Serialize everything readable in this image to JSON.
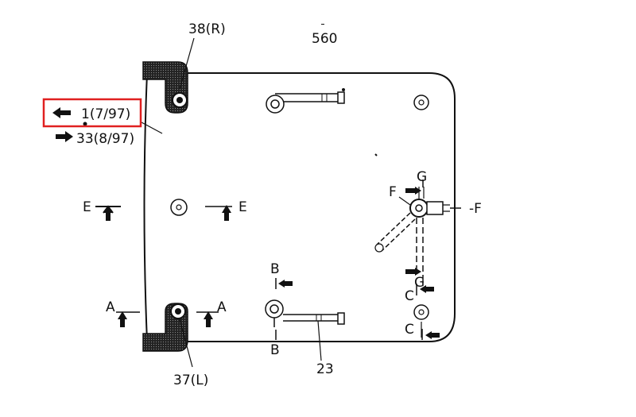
{
  "diagram": {
    "part_labels": {
      "top_center": "560",
      "top_left_hinge": "38(R)",
      "bottom_left_hinge": "37(L)",
      "bottom_center": "23",
      "highlighted_ref": "1(7/97)",
      "ref_below": "33(8/97)"
    },
    "section_letters": {
      "a_left": "A",
      "a_right": "A",
      "b_top": "B",
      "b_bottom": "B",
      "c_upper": "C",
      "c_lower": "C",
      "e_left": "E",
      "e_right": "E",
      "f_left": "F",
      "f_right": "-F",
      "g_top": "G",
      "g_bottom": "G"
    },
    "highlight_color": "#e02020",
    "line_color": "#111111"
  }
}
